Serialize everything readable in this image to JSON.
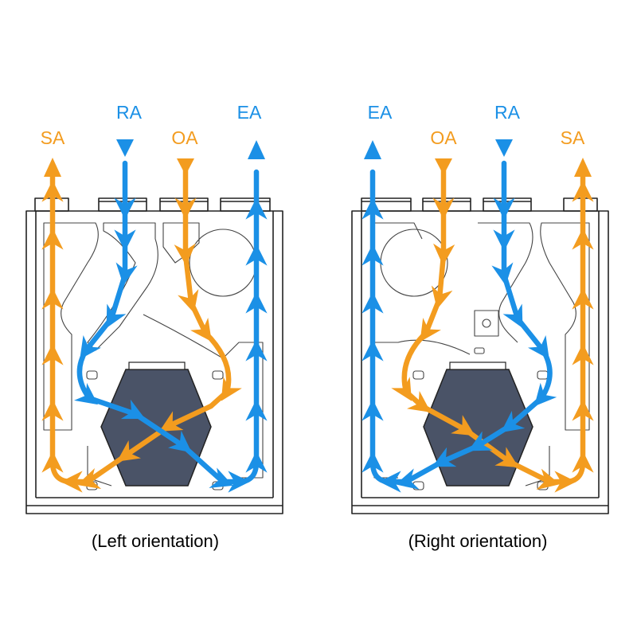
{
  "colors": {
    "supply_orange": "#f39c1f",
    "exhaust_blue": "#1b90e6",
    "core_fill": "#4a5367",
    "line": "#222222"
  },
  "left_unit": {
    "caption": "(Left orientation)",
    "labels": {
      "sa": "SA",
      "ra": "RA",
      "oa": "OA",
      "ea": "EA"
    }
  },
  "right_unit": {
    "caption": "(Right orientation)",
    "labels": {
      "ea": "EA",
      "oa": "OA",
      "ra": "RA",
      "sa": "SA"
    }
  }
}
